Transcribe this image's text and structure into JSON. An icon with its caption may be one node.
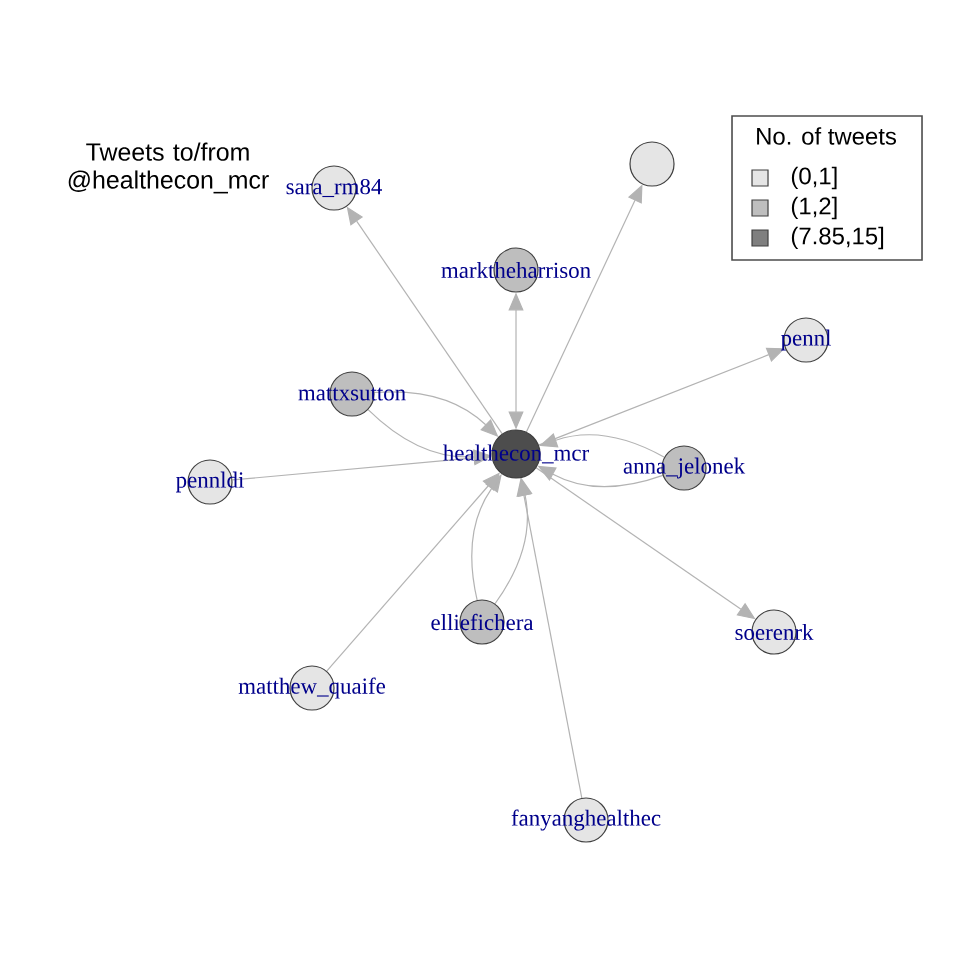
{
  "diagram": {
    "title": "Tweets to/from @healthecon_mcr",
    "nodes": [
      {
        "text": [],
        "shape": "circle"
      },
      {
        "text": [
          "sara_rm84"
        ]
      },
      {
        "text": [
          "marktheharrison"
        ]
      },
      {
        "text": [
          "pennl"
        ]
      },
      {
        "text": [
          "mattxsutton"
        ]
      },
      {
        "text": [
          "healthecon_mcr"
        ]
      },
      {
        "text": [
          "anna_jelonek"
        ]
      },
      {
        "text": [
          "pennldi"
        ]
      },
      {
        "text": [
          "elliefichera"
        ]
      },
      {
        "text": [
          "soerenrk"
        ]
      },
      {
        "text": [
          "matthew_quaife"
        ]
      },
      {
        "text": [
          "fanyanghealthec"
        ]
      }
    ],
    "edges": [
      {
        "from": 5,
        "to": 1,
        "arrow": "to"
      },
      {
        "from": 5,
        "to": 0,
        "arrow": "to"
      },
      {
        "from": 2,
        "to": 5,
        "arrow": "both"
      },
      {
        "from": 5,
        "to": 3,
        "arrow": "to"
      },
      {
        "from": 4,
        "to": 5,
        "arrow": "to"
      },
      {
        "from": 4,
        "to": 5,
        "arrow": "to"
      },
      {
        "from": 7,
        "to": 5,
        "arrow": "to"
      },
      {
        "from": 6,
        "to": 5,
        "arrow": "to"
      },
      {
        "from": 6,
        "to": 5,
        "arrow": "to"
      },
      {
        "from": 8,
        "to": 5,
        "arrow": "to"
      },
      {
        "from": 8,
        "to": 5,
        "arrow": "to"
      },
      {
        "from": 10,
        "to": 5,
        "arrow": "to"
      },
      {
        "from": 5,
        "to": 9,
        "arrow": "to"
      },
      {
        "from": 11,
        "to": 5,
        "arrow": "to"
      }
    ],
    "labels": [
      "No. of tweets"
    ],
    "legend": [
      {
        "text": "(0,1]",
        "color": "#e5e5e5"
      },
      {
        "text": "(1,2]",
        "color": "#bebebe"
      },
      {
        "text": "(7.85,15]",
        "color": "#7f7f7f"
      }
    ]
  }
}
